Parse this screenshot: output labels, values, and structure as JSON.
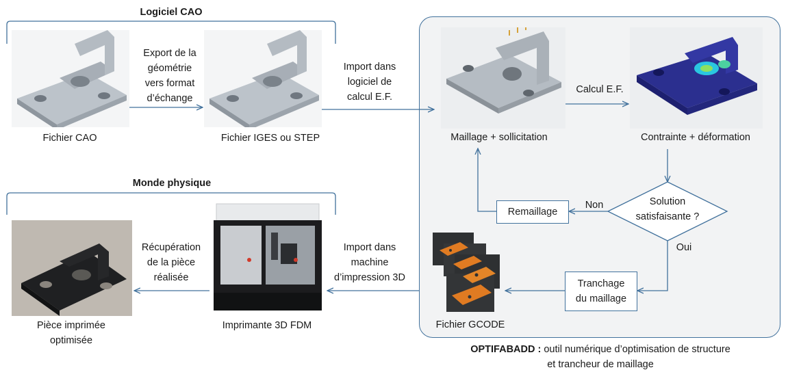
{
  "headings": {
    "cad_software": "Logiciel CAO",
    "physical_world": "Monde physique"
  },
  "nodes": {
    "cad_file": "Fichier CAO",
    "iges_step_file": "Fichier IGES ou STEP",
    "meshing": "Maillage + sollicitation",
    "stress": "Contrainte + déformation",
    "remeshing": "Remaillage",
    "solution_line1": "Solution",
    "solution_line2": "satisfaisante ?",
    "slicing_line1": "Tranchage",
    "slicing_line2": "du maillage",
    "gcode_file": "Fichier GCODE",
    "printer": "Imprimante  3D FDM",
    "printed_part_line1": "Pièce imprimée",
    "printed_part_line2": "optimisée"
  },
  "edges": {
    "export": [
      "Export de la",
      "géométrie",
      "vers format",
      "d’échange"
    ],
    "import_fe": [
      "Import dans",
      "logiciel de",
      "calcul E.F."
    ],
    "fe_calc": "Calcul E.F.",
    "no": "Non",
    "yes": "Oui",
    "import_machine": [
      "Import dans",
      "machine",
      "d’impression  3D"
    ],
    "recovery": [
      "Récupération",
      "de la pièce",
      "réalisée"
    ]
  },
  "caption": {
    "bold": "OPTIFABADD :",
    "line1": " outil numérique  d’optimisation de structure",
    "line2": "et trancheur  de maillage"
  },
  "colors": {
    "line": "#41719c",
    "panel": "#f2f3f4",
    "part_grey": "#a9b0b8",
    "fe_blue": "#2b2f8f",
    "gcode_orange": "#e07b22",
    "print_black": "#1c1c1e"
  }
}
